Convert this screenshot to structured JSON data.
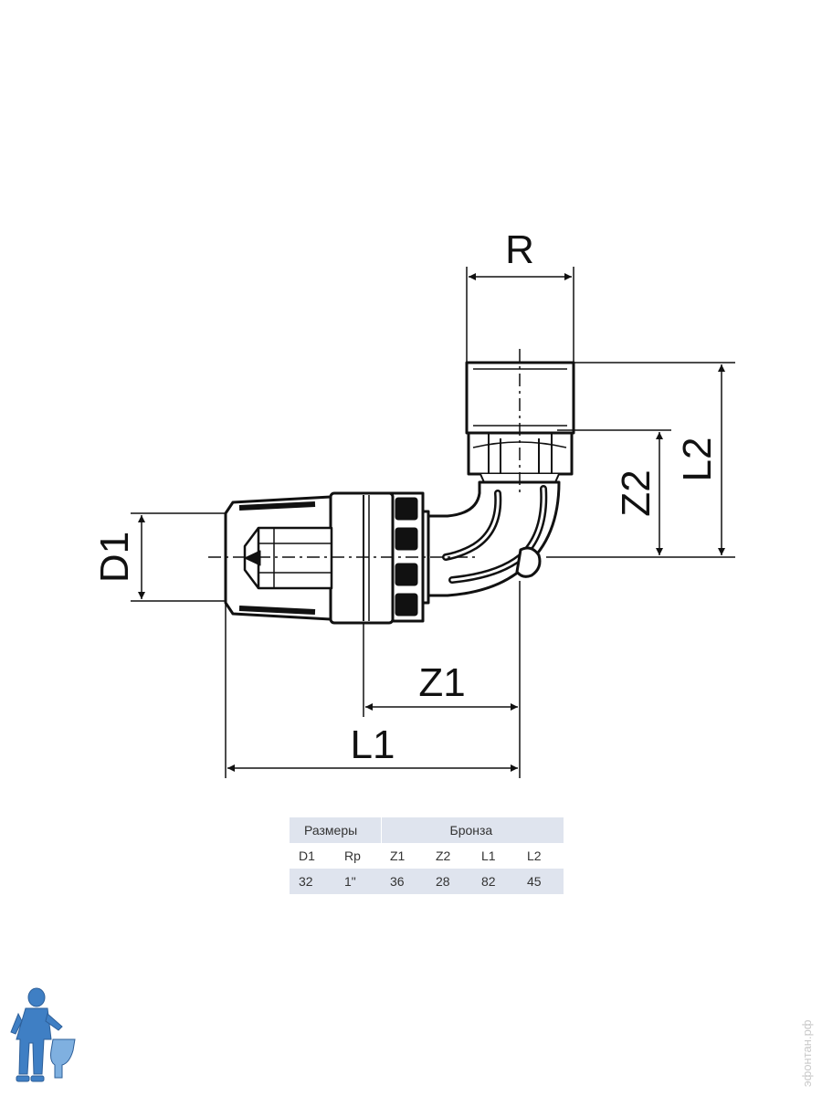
{
  "dimensions": {
    "r": "R",
    "d1": "D1",
    "z1": "Z1",
    "l1": "L1",
    "z2": "Z2",
    "l2": "L2"
  },
  "table": {
    "group_sizes": "Размеры",
    "group_material": "Бронза",
    "columns": [
      "D1",
      "Rp",
      "Z1",
      "Z2",
      "L1",
      "L2"
    ],
    "values": [
      "32",
      "1\"",
      "36",
      "28",
      "82",
      "45"
    ]
  },
  "watermark": "эфонтан.рф",
  "colors": {
    "line": "#111111",
    "table_band": "#dfe4ee",
    "mascot": "#3f7fc4"
  }
}
